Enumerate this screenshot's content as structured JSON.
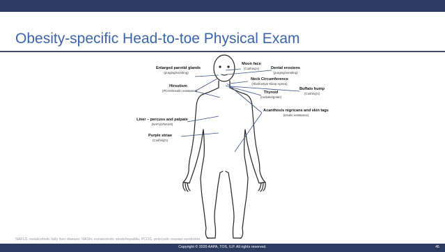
{
  "slide": {
    "title": "Obesity-specific Head-to-toe Physical Exam",
    "footnote": "NAFLD, nonalcoholic fatty liver disease; NASH, nonalcoholic steatohepatitis; PCOS, polycystic ovarian syndrome.",
    "copyright": "Copyright © 2020 AAPA, TOS, ILP. All rights reserved.",
    "page_number": "45"
  },
  "labels": {
    "parotid": {
      "title": "Enlarged parotid glands",
      "note": "(purging/vomiting)"
    },
    "hirsutism": {
      "title": "Hirsutism",
      "note": "(PCOS/insulin  resistance)"
    },
    "liver": {
      "title": "Liver – percuss and palpate",
      "note": "(NAFLD/NASH)"
    },
    "striae": {
      "title": "Purple striae",
      "note": "(Cushing's)"
    },
    "moon_face": {
      "title": "Moon face",
      "note": "(Cushing's)"
    },
    "dental": {
      "title": "Dental erosions",
      "note": "(purging/vomiting)"
    },
    "neck": {
      "title": "Neck Circumference",
      "note": "(Obstructive Sleep Apnea)"
    },
    "buffalo_hump": {
      "title": "Buffalo hump",
      "note": "(Cushing's)"
    },
    "thyroid": {
      "title": "Thyroid",
      "note": "(nodules/goiter)"
    },
    "acanthosis": {
      "title": "Acanthosis nigricans and skin tags",
      "note": "(insulin resistance)"
    }
  },
  "colors": {
    "title_blue": "#3b63a8",
    "band_navy": "#2b3a5e",
    "leader_line": "#3a4f86"
  }
}
